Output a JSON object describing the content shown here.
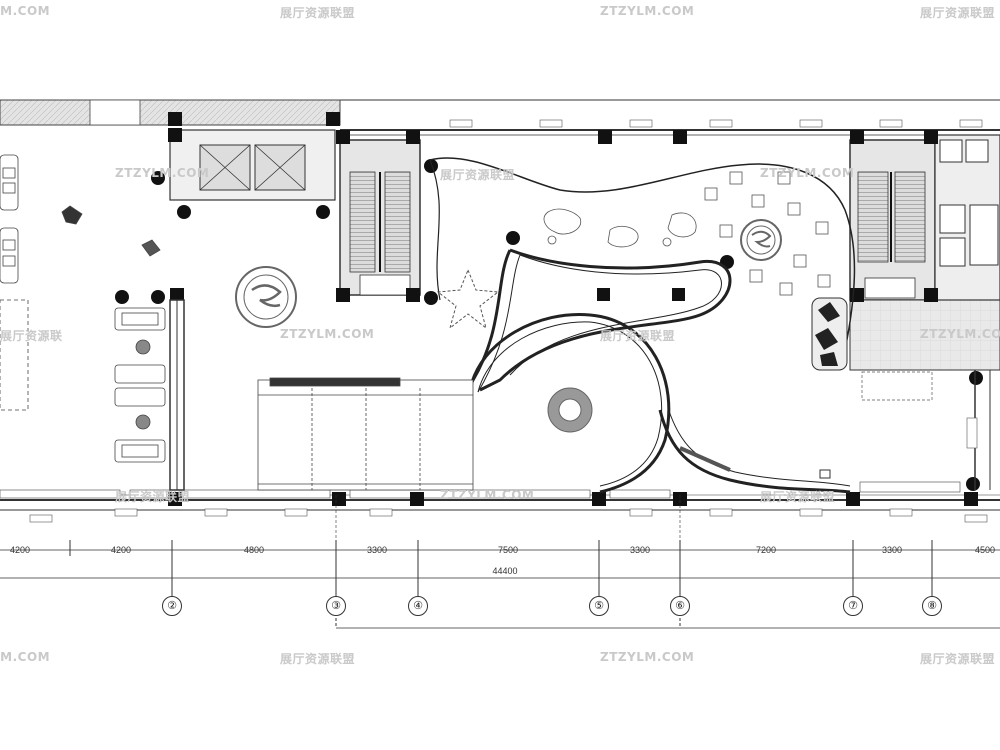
{
  "watermarks": {
    "domain": "ZTZYLM.COM",
    "domain_cut": "LM.COM",
    "cn": "展厅资源联盟",
    "cn_cut": "展厅资源联"
  },
  "dimensions": {
    "segments": [
      "4200",
      "4200",
      "4800",
      "3300",
      "7500",
      "3300",
      "7200",
      "3300",
      "4500"
    ],
    "total": "44400"
  },
  "axes": [
    "②",
    "③",
    "④",
    "⑤",
    "⑥",
    "⑦",
    "⑧"
  ]
}
